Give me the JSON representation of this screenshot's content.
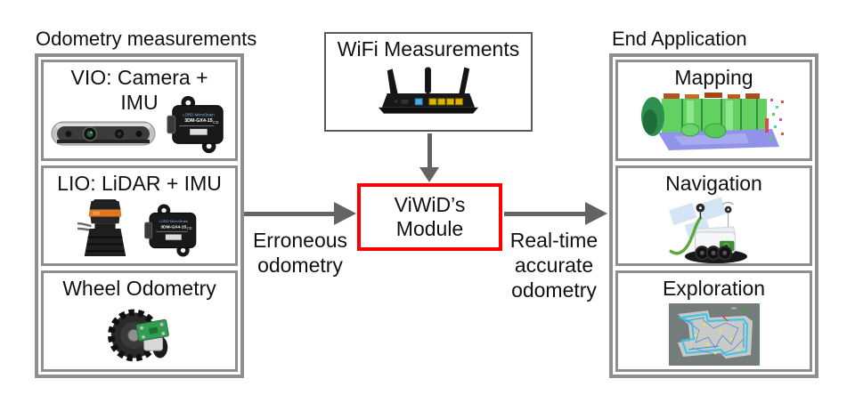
{
  "left_panel": {
    "title": "Odometry measurements",
    "items": [
      {
        "label": "VIO: Camera + IMU"
      },
      {
        "label": "LIO: LiDAR + IMU"
      },
      {
        "label": "Wheel Odometry"
      }
    ]
  },
  "wifi_box": {
    "label": "WiFi Measurements"
  },
  "module_box": {
    "label": "ViWiD’s Module"
  },
  "flow_labels": {
    "input": "Erroneous odometry",
    "output": "Real-time accurate odometry"
  },
  "right_panel": {
    "title": "End Application",
    "items": [
      {
        "label": "Mapping"
      },
      {
        "label": "Navigation"
      },
      {
        "label": "Exploration"
      }
    ]
  },
  "device_text": {
    "imu_brand": "LORD MicroStrain",
    "imu_model": "3DM-GX4-15",
    "imu_ce": "CE"
  },
  "colors": {
    "module_border": "#fb0000",
    "panel_border": "#8e8e8e",
    "wifi_border": "#595959",
    "arrow": "#636363"
  }
}
